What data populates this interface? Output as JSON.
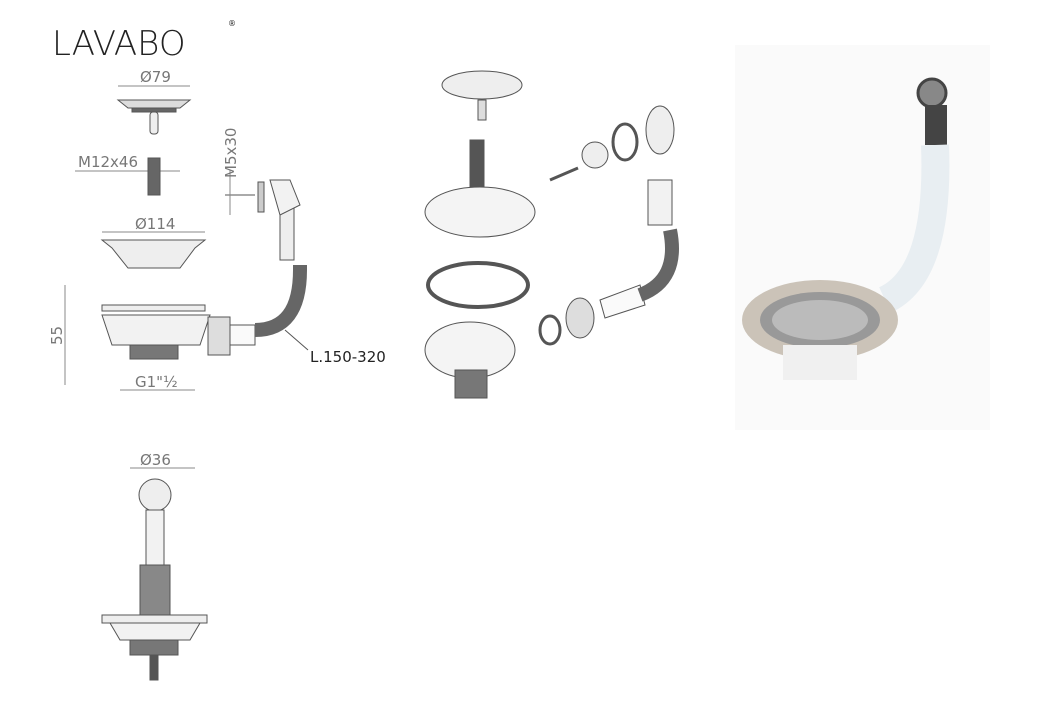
{
  "logo": {
    "text": "LAVABO",
    "mark": "®"
  },
  "dimensions": {
    "strainer_diameter": "Ø79",
    "bolt": "M12x46",
    "screw": "M5x30",
    "bowl_diameter": "Ø114",
    "height": "55",
    "thread": "G1\"½",
    "hose_length": "L.150-320",
    "overflow_diameter": "Ø36"
  }
}
